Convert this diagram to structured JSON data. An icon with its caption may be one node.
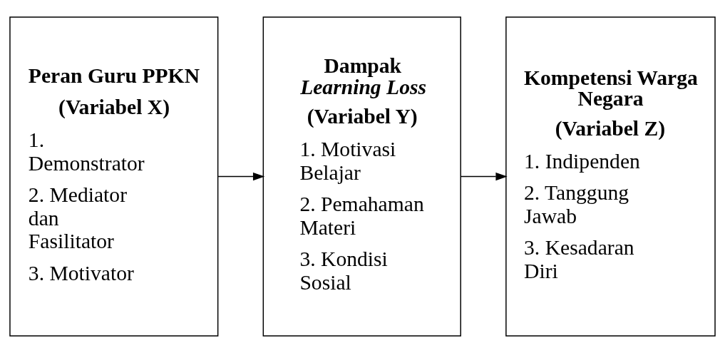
{
  "diagram": {
    "nodes": [
      {
        "text": [
          "Peran Guru PPKN",
          "(Variabel X)",
          "1. Demonstrator",
          "2. Mediator dan Fasilitator",
          "3. Motivator"
        ]
      },
      {
        "text": [
          "Dampak *Learning Loss*",
          "(Variabel Y)",
          "1. Motivasi Belajar",
          "2. Pemahaman Materi",
          "3. Kondisi Sosial"
        ]
      },
      {
        "text": [
          "Kompetensi Warga Negara",
          "(Variabel Z)",
          "1. Indipenden",
          "2. Tanggung Jawab",
          "3. Kesadaran Diri"
        ]
      }
    ],
    "edges": [
      {
        "from": 0,
        "to": 1,
        "arrow": "to"
      },
      {
        "from": 1,
        "to": 2,
        "arrow": "to"
      }
    ]
  }
}
